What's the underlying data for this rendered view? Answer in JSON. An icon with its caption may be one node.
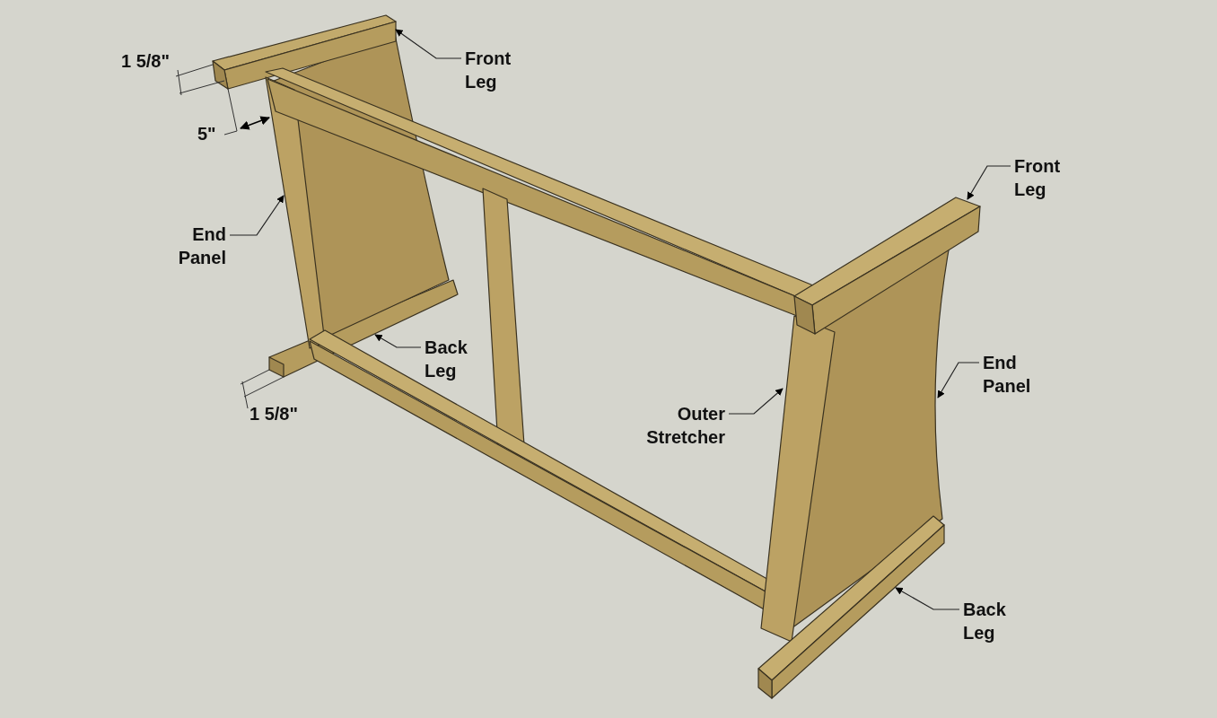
{
  "diagram": {
    "nodes": [
      {
        "text": [
          "Front Leg"
        ]
      },
      {
        "text": [
          "Front Leg"
        ]
      },
      {
        "text": [
          "End Panel"
        ]
      },
      {
        "text": [
          "Back Leg"
        ]
      },
      {
        "text": [
          "End Panel"
        ]
      },
      {
        "text": [
          "Outer Stretcher"
        ]
      },
      {
        "text": [
          "Back Leg"
        ]
      }
    ],
    "edges": [
      {
        "from": 0,
        "to": null,
        "arrow": "to"
      },
      {
        "from": 1,
        "to": null,
        "arrow": "to"
      },
      {
        "from": 2,
        "to": null,
        "arrow": "to"
      },
      {
        "from": 3,
        "to": null,
        "arrow": "to"
      },
      {
        "from": 4,
        "to": null,
        "arrow": "to"
      },
      {
        "from": 5,
        "to": null,
        "arrow": "to"
      },
      {
        "from": 6,
        "to": null,
        "arrow": "to"
      }
    ],
    "labels": [
      "1 5/8\"",
      "5\"",
      "1 5/8\""
    ]
  }
}
